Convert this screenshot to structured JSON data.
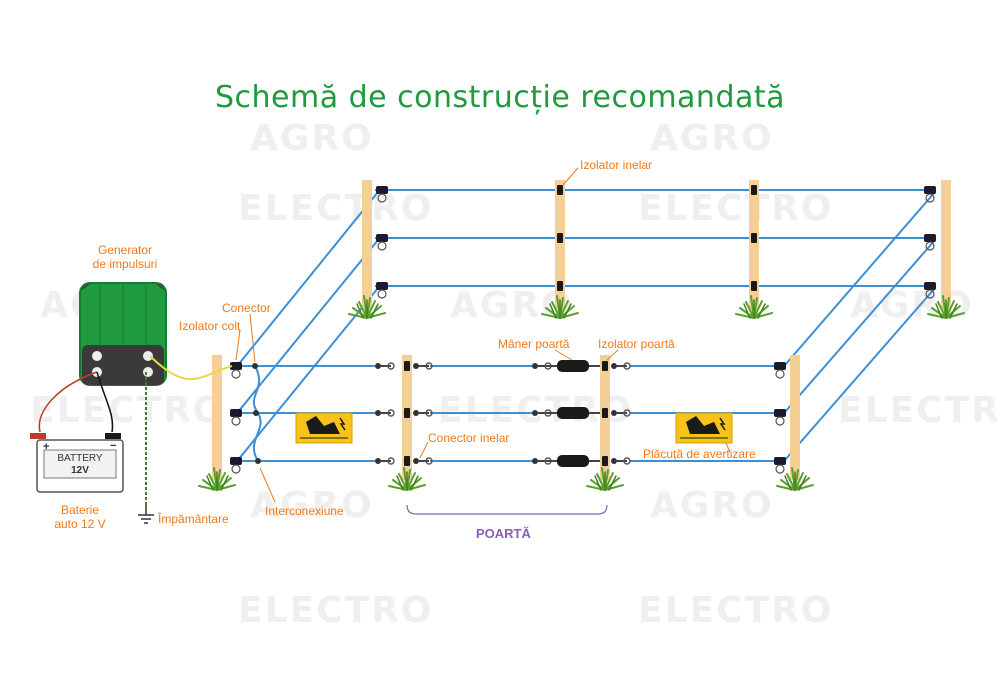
{
  "title": "Schemă de construcție recomandată",
  "watermark": {
    "line1": "AGRO",
    "line2": "ELECTRO"
  },
  "labels": {
    "izolator_inelar": "Izolator inelar",
    "generator_line1": "Generator",
    "generator_line2": "de impulsuri",
    "conector": "Conector",
    "izolator_colt": "Izolator colț",
    "maner_poarta": "Mâner poartă",
    "izolator_poarta": "Izolator poartă",
    "conector_inelar": "Conector inelar",
    "placuta_avertizare": "Plăcuță de avertizare",
    "baterie_line1": "Baterie",
    "baterie_line2": "auto 12 V",
    "impamantare": "Împământare",
    "interconexiune": "Interconexiune",
    "poarta": "POARTĂ"
  },
  "battery": {
    "text1": "BATTERY",
    "text2": "12V",
    "plus": "+",
    "minus": "−"
  },
  "colors": {
    "title": "#1f9a3c",
    "label": "#f07a1a",
    "gate": "#8b5fb8",
    "wire": "#3a8fd6",
    "post": "#f5cf96",
    "grass": "#5aa02c",
    "generator": "#1f9a3c",
    "warning_sign": "#f7c21a",
    "ground_wire": "#e8d84a"
  }
}
